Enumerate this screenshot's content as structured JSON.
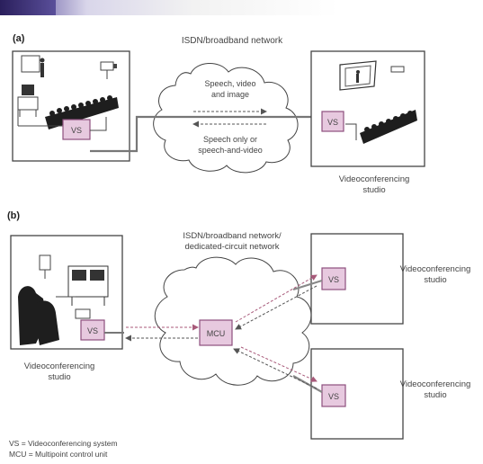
{
  "panel_a": {
    "label": "(a)",
    "network_label": "ISDN/broadband network",
    "upper_arrow_label": [
      "Speech, video",
      "and image"
    ],
    "lower_arrow_label": [
      "Speech only or",
      "speech-and-video"
    ],
    "vs_left": "VS",
    "vs_right": "VS",
    "studio_label": [
      "Videoconferencing",
      "studio"
    ]
  },
  "panel_b": {
    "label": "(b)",
    "network_label": [
      "ISDN/broadband network/",
      "dedicated-circuit network"
    ],
    "mcu": "MCU",
    "vs_left": "VS",
    "vs_top": "VS",
    "vs_bottom": "VS",
    "left_studio_label": [
      "Videoconferencing",
      "studio"
    ],
    "top_studio_label": [
      "Videoconferencing",
      "studio"
    ],
    "bottom_studio_label": [
      "Videoconferencing",
      "studio"
    ]
  },
  "legend": {
    "vs": "VS = Videoconferencing system",
    "mcu": "MCU = Multipoint control unit"
  },
  "colors": {
    "box_fill": "#e7c9df",
    "box_stroke": "#8e4f7e",
    "line": "#555555",
    "arrow": "#a85a7a"
  }
}
